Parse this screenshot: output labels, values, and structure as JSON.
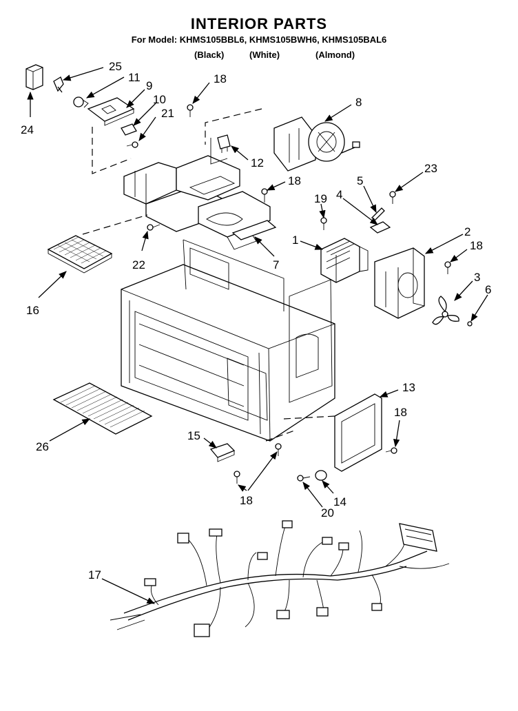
{
  "header": {
    "title": "INTERIOR PARTS",
    "models": "For Model: KHMS105BBL6, KHMS105BWH6, KHMS105BAL6",
    "finishes": [
      "(Black)",
      "(White)",
      "(Almond)"
    ]
  },
  "callouts": [
    "25",
    "11",
    "9",
    "10",
    "21",
    "24",
    "18",
    "8",
    "12",
    "18",
    "23",
    "5",
    "4",
    "19",
    "1",
    "2",
    "18",
    "3",
    "6",
    "22",
    "7",
    "16",
    "13",
    "18",
    "15",
    "26",
    "14",
    "18",
    "20",
    "17"
  ]
}
